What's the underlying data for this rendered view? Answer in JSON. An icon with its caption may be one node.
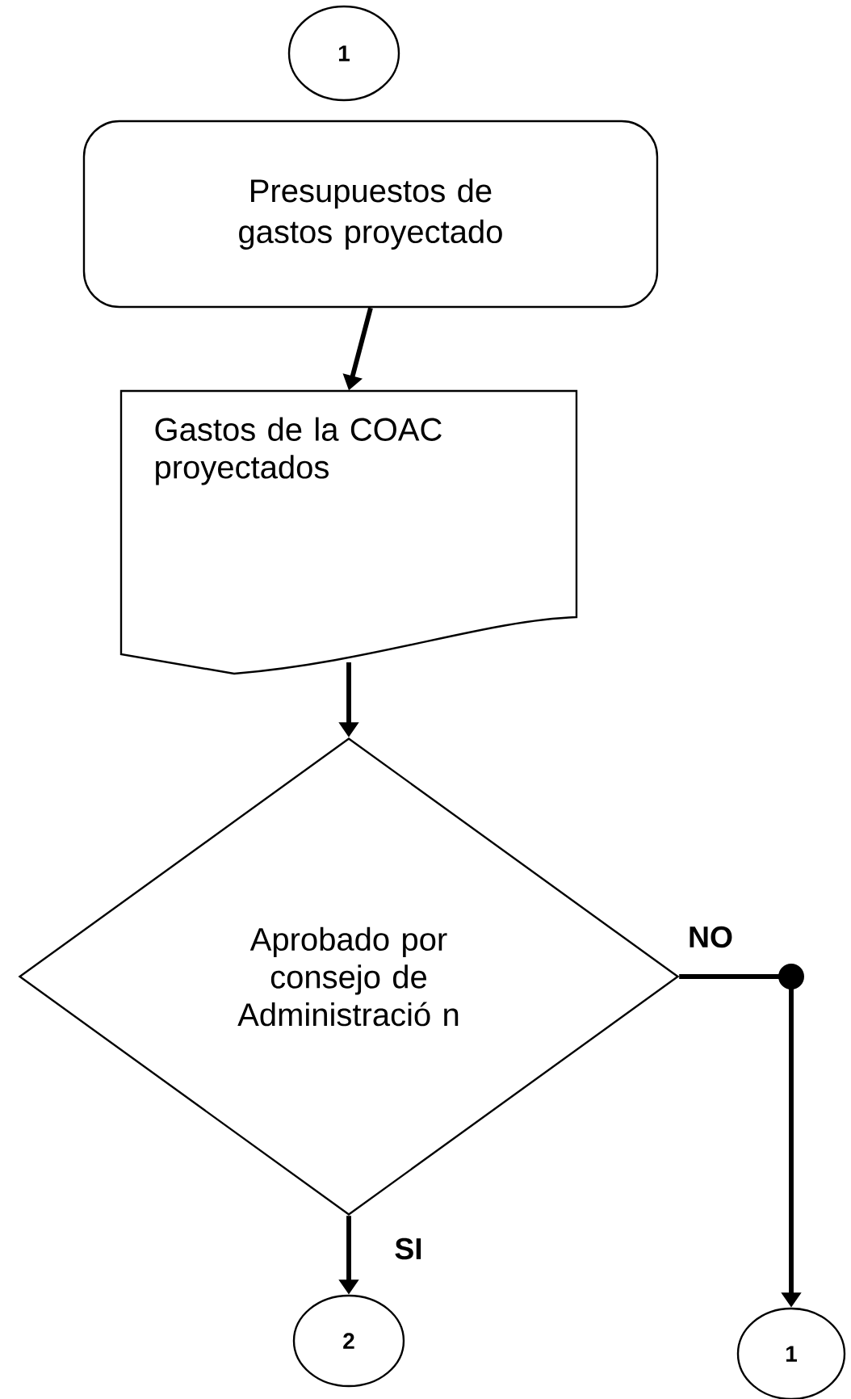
{
  "diagram": {
    "nodes": [
      {
        "text": [
          "1"
        ]
      },
      {
        "text": [
          "Presupuestos de gastos proyectado"
        ]
      },
      {
        "text": [
          "Gastos de la COAC proyectados"
        ]
      },
      {
        "text": [
          "Aprobado por consejo de Administració n"
        ]
      },
      {
        "text": [
          "2"
        ]
      },
      {
        "text": [
          "1"
        ]
      }
    ],
    "edges": [
      {
        "from": 1,
        "to": 2,
        "arrow": "to"
      },
      {
        "from": 2,
        "to": 3,
        "arrow": "to"
      },
      {
        "from": 3,
        "to": 4,
        "arrow": "to",
        "label": "SI"
      },
      {
        "from": 3,
        "to": 5,
        "arrow": "to",
        "label": "NO"
      }
    ]
  }
}
